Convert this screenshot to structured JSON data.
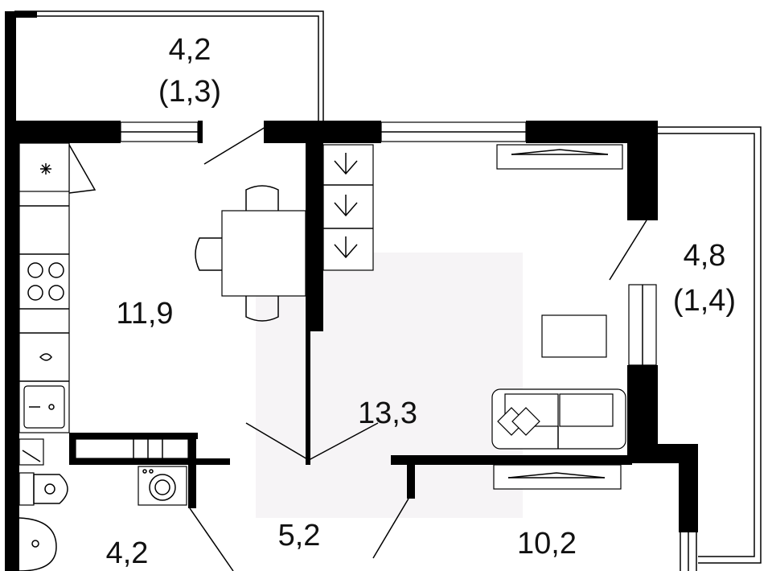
{
  "rooms": {
    "balcony_top": {
      "area": "4,2",
      "sub_area": "(1,3)"
    },
    "kitchen": {
      "area": "11,9"
    },
    "living": {
      "area": "13,3"
    },
    "balcony_right": {
      "area": "4,8",
      "sub_area": "(1,4)"
    },
    "bathroom": {
      "area": "4,2"
    },
    "hall": {
      "area": "5,2"
    },
    "bedroom": {
      "area": "10,2"
    }
  },
  "colors": {
    "wall": "#000000",
    "background": "#ffffff",
    "highlight": "#f6f4f6"
  }
}
